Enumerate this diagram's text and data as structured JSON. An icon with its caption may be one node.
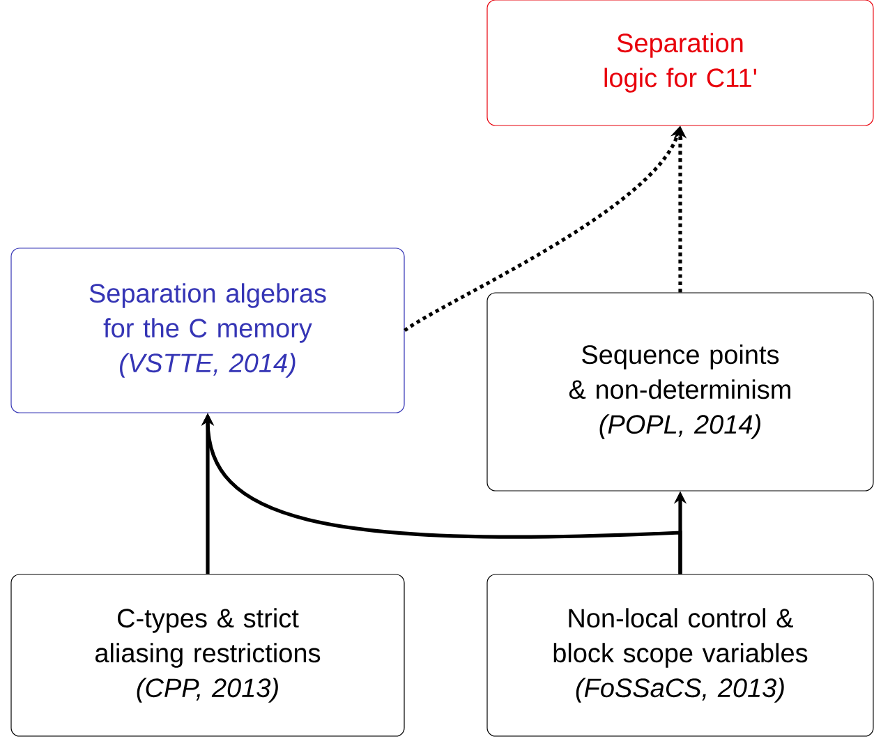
{
  "diagram": {
    "nodes": [
      {
        "text": [
          "Separation logic for C11'"
        ]
      },
      {
        "text": [
          "Separation algebras for the C memory",
          "(VSTTE, 2014)"
        ]
      },
      {
        "text": [
          "Sequence points & non-determinism",
          "(POPL, 2014)"
        ]
      },
      {
        "text": [
          "C-types & strict aliasing restrictions",
          "(CPP, 2013)"
        ]
      },
      {
        "text": [
          "Non-local control & block scope variables",
          "(FoSSaCS, 2013)"
        ]
      }
    ],
    "edges": [
      {
        "from": 3,
        "to": 1,
        "arrow": "to"
      },
      {
        "from": 4,
        "to": 1,
        "arrow": "to"
      },
      {
        "from": 4,
        "to": 2,
        "arrow": "to"
      },
      {
        "from": 1,
        "to": 0,
        "arrow": "to",
        "style": "dashed"
      },
      {
        "from": 2,
        "to": 0,
        "arrow": "to",
        "style": "dashed"
      }
    ]
  }
}
